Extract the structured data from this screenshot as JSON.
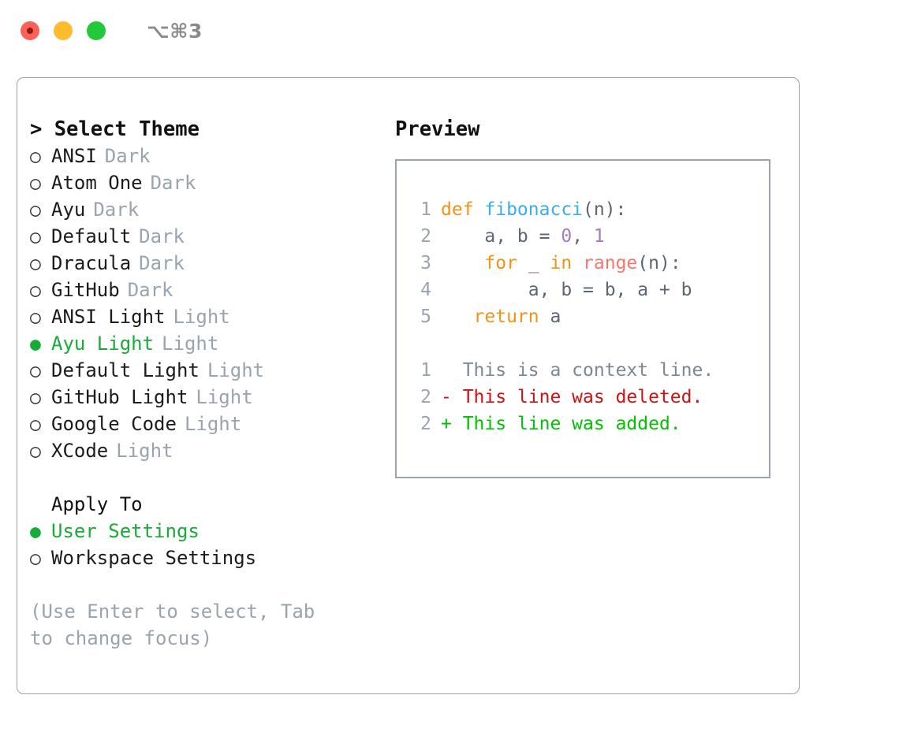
{
  "window": {
    "shortcut": "⌥⌘3",
    "traffic_lights": [
      "close",
      "minimize",
      "maximize"
    ]
  },
  "theme_panel": {
    "title": "> Select Theme",
    "selected_theme": "Ayu Light",
    "selected_marker": "●",
    "unselected_marker": "○",
    "items": [
      {
        "marker": "○",
        "label": "ANSI",
        "variant": "Dark",
        "selected": false
      },
      {
        "marker": "○",
        "label": "Atom One",
        "variant": "Dark",
        "selected": false
      },
      {
        "marker": "○",
        "label": "Ayu",
        "variant": "Dark",
        "selected": false
      },
      {
        "marker": "○",
        "label": "Default",
        "variant": "Dark",
        "selected": false
      },
      {
        "marker": "○",
        "label": "Dracula",
        "variant": "Dark",
        "selected": false
      },
      {
        "marker": "○",
        "label": "GitHub",
        "variant": "Dark",
        "selected": false
      },
      {
        "marker": "○",
        "label": "ANSI Light",
        "variant": "Light",
        "selected": false
      },
      {
        "marker": "●",
        "label": "Ayu Light",
        "variant": "Light",
        "selected": true
      },
      {
        "marker": "○",
        "label": "Default Light",
        "variant": "Light",
        "selected": false
      },
      {
        "marker": "○",
        "label": "GitHub Light",
        "variant": "Light",
        "selected": false
      },
      {
        "marker": "○",
        "label": "Google Code",
        "variant": "Light",
        "selected": false
      },
      {
        "marker": "○",
        "label": "XCode",
        "variant": "Light",
        "selected": false
      }
    ]
  },
  "apply_to": {
    "title": "Apply To",
    "selected_option": "User Settings",
    "options": [
      {
        "marker": "●",
        "label": "User Settings",
        "selected": true
      },
      {
        "marker": "○",
        "label": "Workspace Settings",
        "selected": false
      }
    ]
  },
  "hint": "(Use Enter to select, Tab to change focus)",
  "preview": {
    "title": "Preview",
    "code_lines": [
      {
        "number": "1",
        "tokens": [
          {
            "text": "def ",
            "type": "kw"
          },
          {
            "text": "fibonacci",
            "type": "fn"
          },
          {
            "text": "(n):",
            "type": "punc"
          }
        ]
      },
      {
        "number": "2",
        "tokens": [
          {
            "text": "    a, b = ",
            "type": "txt"
          },
          {
            "text": "0",
            "type": "num"
          },
          {
            "text": ", ",
            "type": "punc"
          },
          {
            "text": "1",
            "type": "num"
          }
        ]
      },
      {
        "number": "3",
        "tokens": [
          {
            "text": "    ",
            "type": "txt"
          },
          {
            "text": "for",
            "type": "kw"
          },
          {
            "text": " _ ",
            "type": "txt"
          },
          {
            "text": "in",
            "type": "kw"
          },
          {
            "text": " ",
            "type": "txt"
          },
          {
            "text": "range",
            "type": "call"
          },
          {
            "text": "(n):",
            "type": "punc"
          }
        ]
      },
      {
        "number": "4",
        "tokens": [
          {
            "text": "        a, b = b, a + b",
            "type": "txt"
          }
        ]
      },
      {
        "number": "5",
        "tokens": [
          {
            "text": "   ",
            "type": "txt"
          },
          {
            "text": "return",
            "type": "kw"
          },
          {
            "text": " a",
            "type": "txt"
          }
        ]
      }
    ],
    "diff_lines": [
      {
        "number": "1",
        "sign": " ",
        "text": " This is a context line.",
        "kind": "ctx"
      },
      {
        "number": "2",
        "sign": "-",
        "text": " This line was deleted.",
        "kind": "del"
      },
      {
        "number": "2",
        "sign": "+",
        "text": " This line was added.",
        "kind": "add"
      }
    ]
  },
  "colors": {
    "accent_green": "#17ab38",
    "muted": "#9aa3b0",
    "border": "#9aa3b2",
    "keyword": "#f19219",
    "function": "#3aadf0",
    "number": "#a37acc",
    "call": "#f87669",
    "diff_delete": "#d01111",
    "diff_add": "#00c200",
    "traffic_close": "#fb6158",
    "traffic_minimize": "#fdbc2e",
    "traffic_maximize": "#22c93a"
  }
}
